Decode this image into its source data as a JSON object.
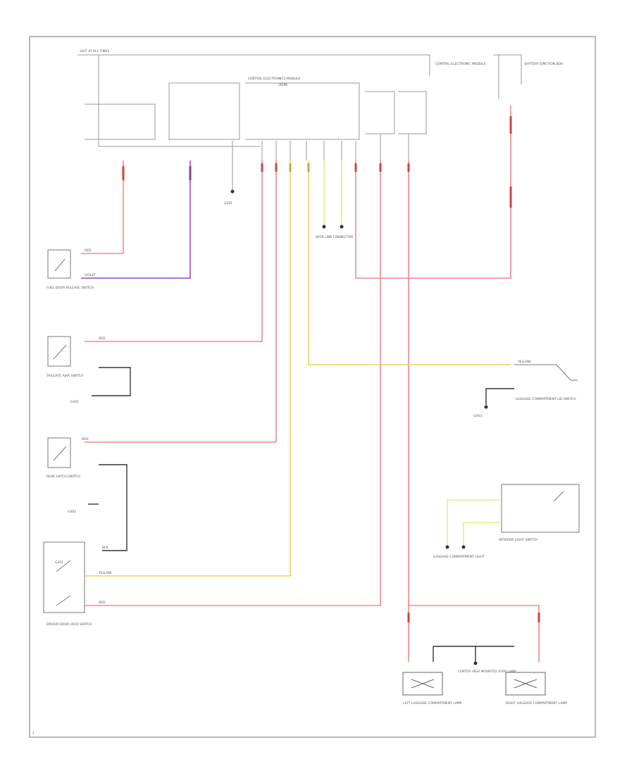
{
  "diagram": {
    "title": "",
    "wire_colors": {
      "red": "#f08a8a",
      "violet": "#b15bc7",
      "yellow": "#f0d060",
      "light_yellow": "#e6ef80",
      "black": "#333333",
      "frame": "#9a9a9a"
    },
    "wire_labels": {
      "red": "RED",
      "yellow": "YELLOW",
      "violet": "VIOLET",
      "black": "BLK"
    },
    "labels": {
      "hot_at_all_times": "HOT AT ALL TIMES",
      "central_electronics": "CENTRAL ELECTRONICS MODULE",
      "central_electronics_sub": "(REM)",
      "fuse_block_note": "CENTRAL ELECTRONIC MODULE",
      "battery_note": "BATTERY JUNCTION BOX",
      "g201": "G201",
      "fuel_door_switch": "FUEL DOOR RELEASE SWITCH",
      "tailgate_switch": "TAILGATE AJAR SWITCH",
      "tailgate_ground": "G401",
      "rear_hatch_switch": "REAR HATCH SWITCH",
      "hatch_ground": "G402",
      "driver_door_switch": "DRIVER DOOR LOCK SWITCH",
      "driver_ground": "G301",
      "ajar_switch_right": "LUGGAGE COMPARTMENT LID SWITCH",
      "ajar_ground_right": "G403",
      "data_link": "DATA LINK CONNECTOR",
      "lighting_control": "LUGGAGE COMPARTMENT LIGHT",
      "light_switch_right": "INTERIOR LIGHT SWITCH",
      "left_lamp": "LEFT LUGGAGE COMPARTMENT LAMP",
      "center_lamp": "CENTER HIGH MOUNTED STOP LAMP",
      "right_lamp": "RIGHT LUGGAGE COMPARTMENT LAMP",
      "page_ref": "1"
    }
  }
}
